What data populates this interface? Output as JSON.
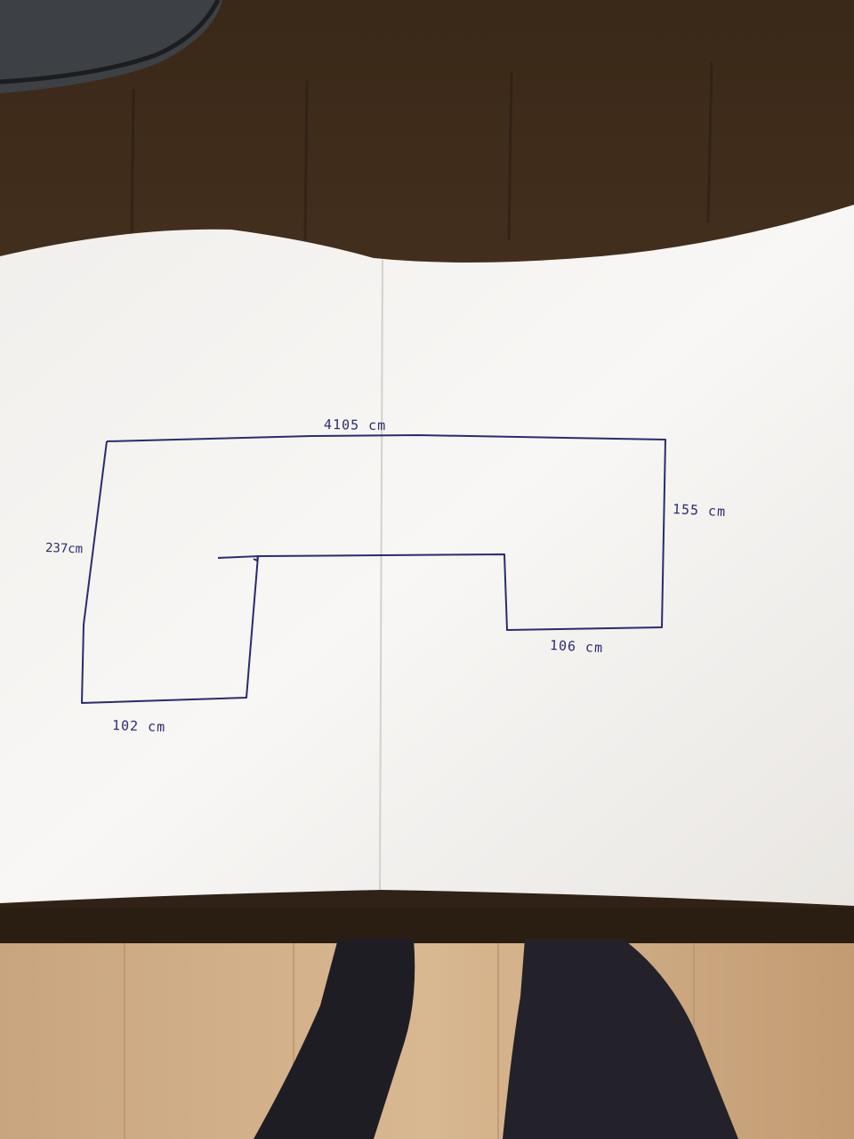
{
  "drawing": {
    "labels": {
      "top": "4105 cm",
      "right": "155 cm",
      "left": "237cm",
      "bottom_right": "106 cm",
      "bottom_left": "102 cm"
    }
  },
  "colors": {
    "ink": "#2c2a6e",
    "paper": "#f4f2ef",
    "table": "#3b2a1c",
    "floor": "#c9a47c",
    "bag": "#3f4246",
    "trousers": "#1f1d24"
  }
}
